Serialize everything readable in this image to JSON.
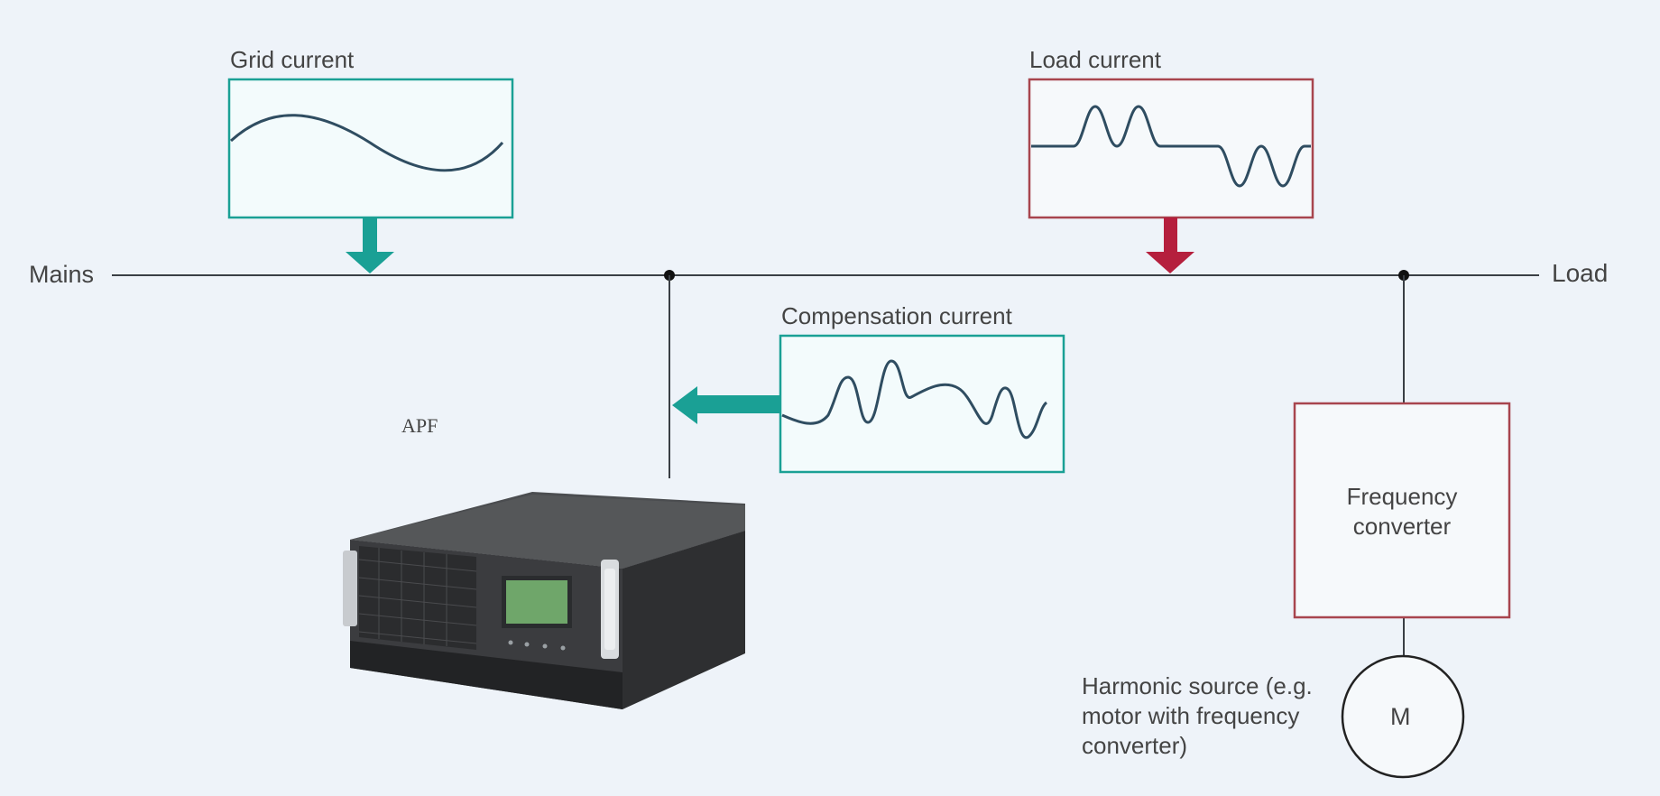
{
  "labels": {
    "mains": "Mains",
    "load": "Load",
    "grid_current": "Grid current",
    "load_current": "Load current",
    "compensation_current": "Compensation current",
    "apf": "APF",
    "frequency_converter": "Frequency converter",
    "harmonic_source": "Harmonic source (e.g. motor with frequency converter)",
    "motor": "M"
  },
  "colors": {
    "background": "#eef3f9",
    "teal": "#1aa095",
    "red": "#b51f3d",
    "red_box": "#a8454e",
    "line": "#3a3f45",
    "wave": "#2f4d61"
  },
  "icons": {
    "apf_unit": "server-cabinet-icon",
    "motor": "motor-icon"
  }
}
